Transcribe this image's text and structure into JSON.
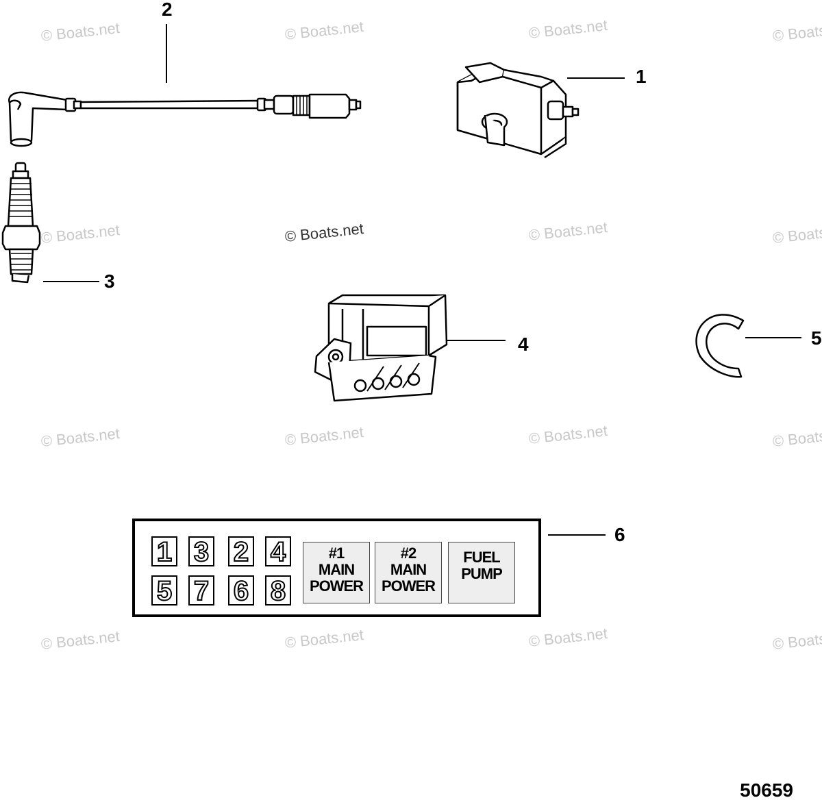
{
  "watermark": "© Boats.net",
  "callouts": [
    "1",
    "2",
    "3",
    "4",
    "5",
    "6"
  ],
  "diagram_number": "50659",
  "label_panel": {
    "digits_top": [
      "1",
      "3",
      "2",
      "4"
    ],
    "digits_bottom": [
      "5",
      "7",
      "6",
      "8"
    ],
    "boxes": [
      {
        "line1": "#1",
        "line2": "MAIN",
        "line3": "POWER"
      },
      {
        "line1": "#2",
        "line2": "MAIN",
        "line3": "POWER"
      },
      {
        "line1": "FUEL",
        "line2": "PUMP",
        "line3": ""
      }
    ]
  }
}
